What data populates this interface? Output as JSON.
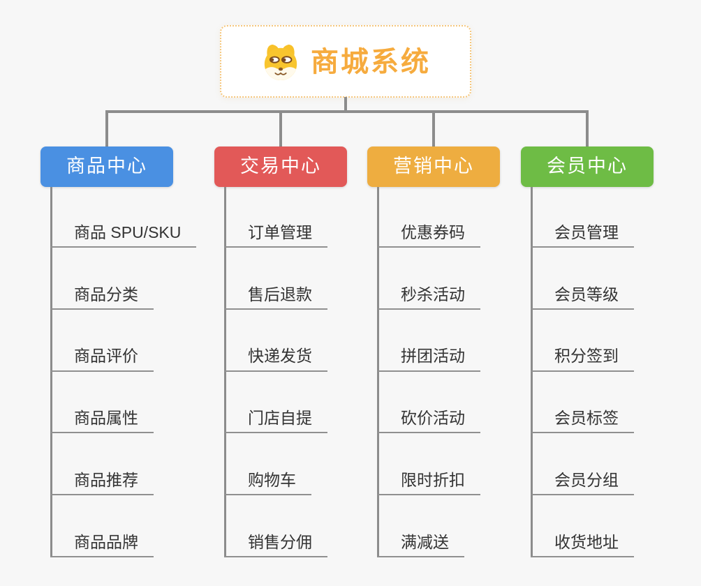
{
  "theme": {
    "background": "#f7f7f7",
    "connector_color": "#8c8c8c",
    "leaf_text_color": "#333333",
    "root_accent_color": "#f6ab3e",
    "root_border_color": "#f5c67b"
  },
  "root": {
    "title": "商城系统",
    "icon": "dog-face-icon"
  },
  "branches": [
    {
      "label": "商品中心",
      "color": "#4a90e2",
      "items": [
        "商品 SPU/SKU",
        "商品分类",
        "商品评价",
        "商品属性",
        "商品推荐",
        "商品品牌"
      ]
    },
    {
      "label": "交易中心",
      "color": "#e25958",
      "items": [
        "订单管理",
        "售后退款",
        "快递发货",
        "门店自提",
        "购物车",
        "销售分佣"
      ]
    },
    {
      "label": "营销中心",
      "color": "#eead40",
      "items": [
        "优惠券码",
        "秒杀活动",
        "拼团活动",
        "砍价活动",
        "限时折扣",
        "满减送"
      ]
    },
    {
      "label": "会员中心",
      "color": "#6ebc45",
      "items": [
        "会员管理",
        "会员等级",
        "积分签到",
        "会员标签",
        "会员分组",
        "收货地址"
      ]
    }
  ]
}
